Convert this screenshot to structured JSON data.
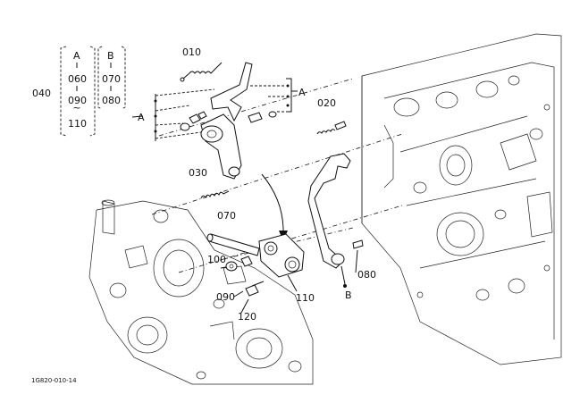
{
  "callouts": {
    "c010": "010",
    "c020": "020",
    "c030": "030",
    "c040": "040",
    "c070": "070",
    "c080": "080",
    "c090": "090",
    "c100": "100",
    "c110": "110",
    "c120": "120"
  },
  "group_a": {
    "header": "A",
    "items": [
      "060",
      "090",
      "110"
    ]
  },
  "group_b": {
    "header": "B",
    "items": [
      "070",
      "080"
    ]
  },
  "ref_markers": {
    "a_right": "A",
    "a_left": "A",
    "b_bottom": "B"
  },
  "figure_code": "1G820-010-14"
}
